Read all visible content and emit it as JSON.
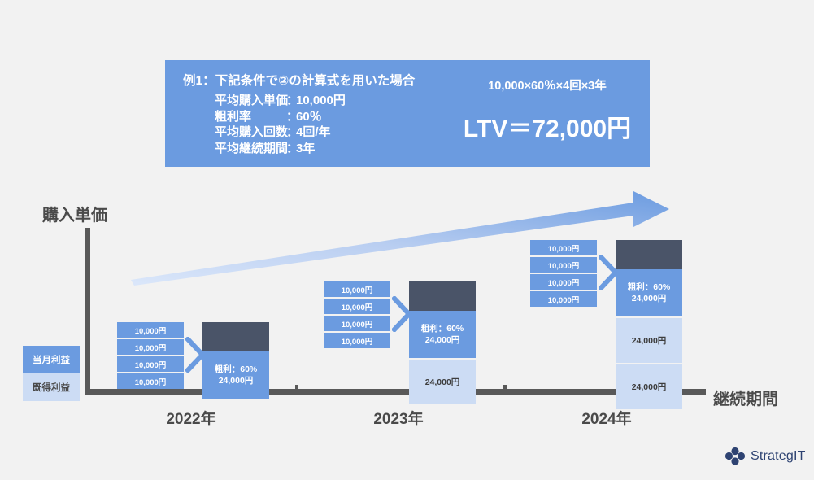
{
  "header": {
    "title": "例1：下記条件で②の計算式を用いた場合",
    "conditions": [
      {
        "label": "平均購入単価",
        "sep": "：",
        "value": "10,000円"
      },
      {
        "label": "粗利率",
        "sep": "：",
        "value": "60％"
      },
      {
        "label": "平均購入回数",
        "sep": "：",
        "value": "4回/年"
      },
      {
        "label": "平均継続期間",
        "sep": "：",
        "value": "3年"
      }
    ],
    "formula": "10,000×60％×4回×3年",
    "result": "LTV＝72,000円",
    "bg_color": "#6b9be0"
  },
  "axes": {
    "y_label": "購入単価",
    "x_label": "継続期間",
    "axis_color": "#595959"
  },
  "legend": {
    "items": [
      {
        "label": "当月利益",
        "color": "#6b9be0"
      },
      {
        "label": "既得利益",
        "color": "#ccdcf4"
      }
    ]
  },
  "colors": {
    "background": "#f2f2f2",
    "blue": "#6b9be0",
    "light_blue": "#ccdcf4",
    "dark_slate": "#4a5468",
    "text_gray": "#4a4a4a",
    "logo_navy": "#2e4372"
  },
  "chart_data": {
    "type": "bar",
    "title": "",
    "xlabel": "継続期間",
    "ylabel": "購入単価",
    "categories": [
      "2022年",
      "2023年",
      "2024年"
    ],
    "unit_bar_label": "10,000円",
    "unit_bars_per_year": 4,
    "profit_label_line1": "粗利：60%",
    "profit_label_line2": "24,000円",
    "carryover_label": "24,000円",
    "series": [
      {
        "name": "当月利益",
        "values": [
          24000,
          24000,
          24000
        ]
      },
      {
        "name": "既得利益",
        "values": [
          0,
          24000,
          48000
        ]
      }
    ],
    "groups": [
      {
        "year": "2022年",
        "unit_bars": [
          "10,000円",
          "10,000円",
          "10,000円",
          "10,000円"
        ],
        "profit": {
          "line1": "粗利：60%",
          "line2": "24,000円"
        },
        "carryovers": []
      },
      {
        "year": "2023年",
        "unit_bars": [
          "10,000円",
          "10,000円",
          "10,000円",
          "10,000円"
        ],
        "profit": {
          "line1": "粗利：60%",
          "line2": "24,000円"
        },
        "carryovers": [
          "24,000円"
        ]
      },
      {
        "year": "2024年",
        "unit_bars": [
          "10,000円",
          "10,000円",
          "10,000円",
          "10,000円"
        ],
        "profit": {
          "line1": "粗利：60%",
          "line2": "24,000円"
        },
        "carryovers": [
          "24,000円",
          "24,000円"
        ]
      }
    ],
    "trend_annotation": "upward growth arrow",
    "grid": false,
    "legend_position": "left"
  },
  "logo": {
    "text": "StrategIT"
  }
}
